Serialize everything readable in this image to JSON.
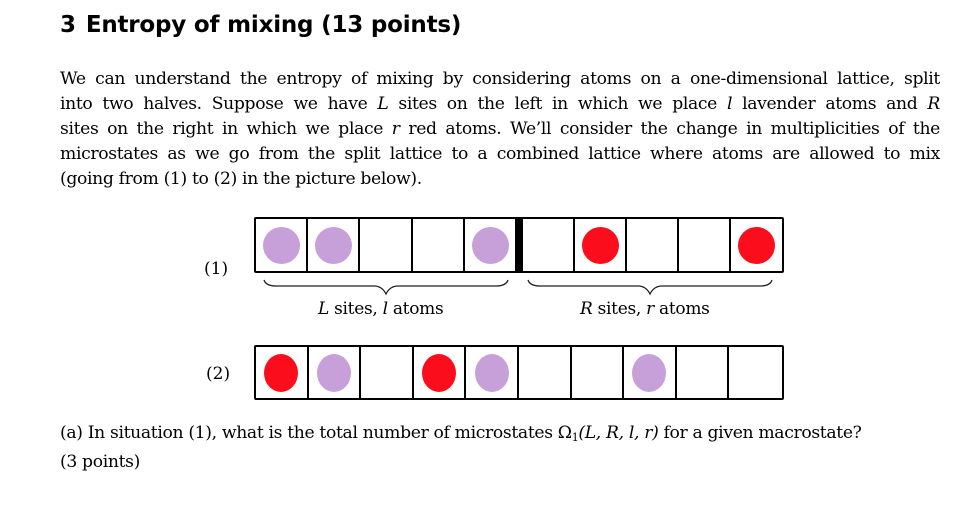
{
  "section": {
    "number": "3",
    "title": "Entropy of mixing (13 points)"
  },
  "intro": {
    "lines": [
      [
        "We can understand the entropy of mixing by considering atoms on a one-dimensional lattice, split"
      ],
      [
        "into two halves.  Suppose we have ",
        "L",
        " sites on the left in which we place ",
        "l",
        " lavender atoms and ",
        "R"
      ],
      [
        "sites on the right in which we place ",
        "r",
        " red atoms.  We’ll consider the change in multiplicities of the"
      ],
      [
        "microstates as we go from the split lattice to a combined lattice where atoms are allowed to mix"
      ],
      [
        "(going from (1) to (2) in the picture below)."
      ]
    ],
    "line1": "We can understand the entropy of mixing by considering atoms on a one-dimensional lattice, split",
    "line2a": "into two halves.  Suppose we have ",
    "line2_L": "L",
    "line2b": " sites on the left in which we place ",
    "line2_l": "l",
    "line2c": " lavender atoms and ",
    "line2_R": "R",
    "line3a": "sites on the right in which we place ",
    "line3_r": "r",
    "line3b": " red atoms.  We’ll consider the change in multiplicities of the",
    "line4": "microstates as we go from the split lattice to a combined lattice where atoms are allowed to mix",
    "line5": "(going from (1) to (2) in the picture below)."
  },
  "figure": {
    "colors": {
      "lavender": "#c7a0da",
      "red": "#fc0d1b",
      "line": "#000000"
    },
    "row1": {
      "label": "(1)",
      "left_cells": [
        "lavender",
        "lavender",
        "empty",
        "empty",
        "lavender"
      ],
      "right_cells": [
        "empty",
        "red",
        "empty",
        "empty",
        "red"
      ],
      "left_brace": {
        "var1": "L",
        "text1": " sites, ",
        "var2": "l",
        "text2": " atoms"
      },
      "right_brace": {
        "var1": "R",
        "text1": " sites, ",
        "var2": "r",
        "text2": " atoms"
      }
    },
    "row2": {
      "label": "(2)",
      "cells": [
        "red",
        "lavender",
        "empty",
        "red",
        "lavender",
        "empty",
        "empty",
        "lavender",
        "empty",
        "empty"
      ]
    }
  },
  "question_a": {
    "prefix": "(a)  In situation (1), what is the total number of microstates ",
    "symbol": "Ω",
    "subscript": "1",
    "args": "(L, R, l, r)",
    "suffix": " for a given macrostate?",
    "points": "(3 points)"
  }
}
